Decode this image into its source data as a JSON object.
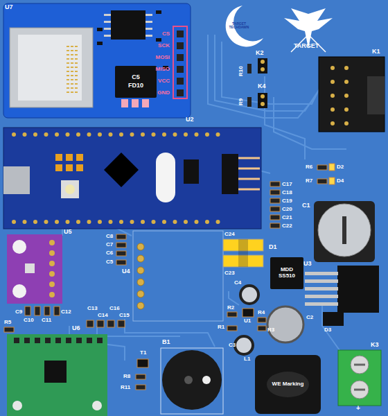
{
  "diagram": {
    "nodes": [
      {
        "text": [
          "CS",
          "SCK",
          "MOSI",
          "MISO",
          "VCC",
          "GND"
        ]
      },
      {
        "text": [
          "C5",
          "FD10"
        ],
        "in": 0
      },
      {
        "text": [
          "MDD SS510"
        ]
      },
      {
        "text": [
          "WE Marking"
        ]
      }
    ],
    "labels": [
      "U7",
      "TARGET TECHDAWN",
      "TARGET",
      "K2",
      "R10",
      "K4",
      "R9",
      "K1",
      "U2",
      "R6",
      "D2",
      "R7",
      "D4",
      "C17",
      "C18",
      "C19",
      "C20",
      "C21",
      "C22",
      "C1",
      "U5",
      "C8",
      "C7",
      "C6",
      "C5",
      "U4",
      "C24",
      "D1",
      "C23",
      "U3",
      "C4",
      "R2",
      "U1",
      "R4",
      "R1",
      "R3",
      "C2",
      "D3",
      "C9",
      "C10",
      "C11",
      "C12",
      "R5",
      "C13",
      "C16",
      "C14",
      "C15",
      "U6",
      "C3",
      "L1",
      "B1",
      "T1",
      "R8",
      "R11",
      "K3",
      "+"
    ]
  }
}
